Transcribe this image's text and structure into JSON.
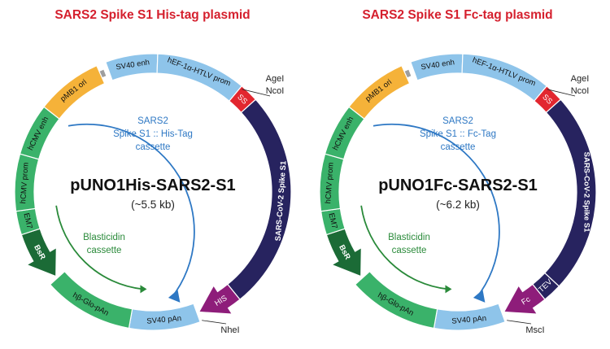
{
  "panels": [
    {
      "title": "SARS2 Spike S1 His-tag plasmid",
      "name": "pUNO1His-SARS2-S1",
      "size": "(~5.5 kb)",
      "cassette_top": [
        "SARS2",
        "Spike S1 :: His-Tag",
        "cassette"
      ],
      "cassette_bottom": [
        "Blasticidin",
        "cassette"
      ],
      "sites": {
        "top1": "AgeI",
        "top2": "NcoI",
        "bottom": "NheI"
      },
      "labels": {
        "sv40enh": "SV40 enh",
        "hef": "hEF-1α-HTLV prom",
        "ss": "SS",
        "spike": "SARS-CoV-2 Spike S1",
        "tag": "HIS",
        "sv40pan": "SV40 pAn",
        "hbglo": "hβ-Glo-pAn",
        "bsr": "BsR",
        "em7": "EM7",
        "hcmvprom": "hCMV prom",
        "hcmvenh": "hCMV enh",
        "pmb1": "pMB1 ori"
      }
    },
    {
      "title": "SARS2 Spike S1 Fc-tag plasmid",
      "name": "pUNO1Fc-SARS2-S1",
      "size": "(~6.2 kb)",
      "cassette_top": [
        "SARS2",
        "Spike S1 :: Fc-Tag",
        "cassette"
      ],
      "cassette_bottom": [
        "Blasticidin",
        "cassette"
      ],
      "sites": {
        "top1": "AgeI",
        "top2": "NcoI",
        "bottom": "MscI"
      },
      "labels": {
        "sv40enh": "SV40 enh",
        "hef": "hEF-1α-HTLV prom",
        "ss": "SS",
        "spike": "SARS-CoV-2 Spike S1",
        "tev": "TEV",
        "tag": "Fc",
        "sv40pan": "SV40 pAn",
        "hbglo": "hβ-Glo-pAn",
        "bsr": "BsR",
        "em7": "EM7",
        "hcmvprom": "hCMV prom",
        "hcmvenh": "hCMV enh",
        "pmb1": "pMB1 ori"
      }
    }
  ],
  "colors": {
    "title": "#d5202e",
    "light_blue": "#8ec4ea",
    "navy": "#27235f",
    "red": "#e2262f",
    "purple": "#8e1d7a",
    "green": "#3ab26a",
    "dark_green": "#1b6b36",
    "orange": "#f5b239",
    "gray": "#9e9e9e",
    "blue_text": "#2e78c4",
    "green_text": "#2a8a3a"
  }
}
